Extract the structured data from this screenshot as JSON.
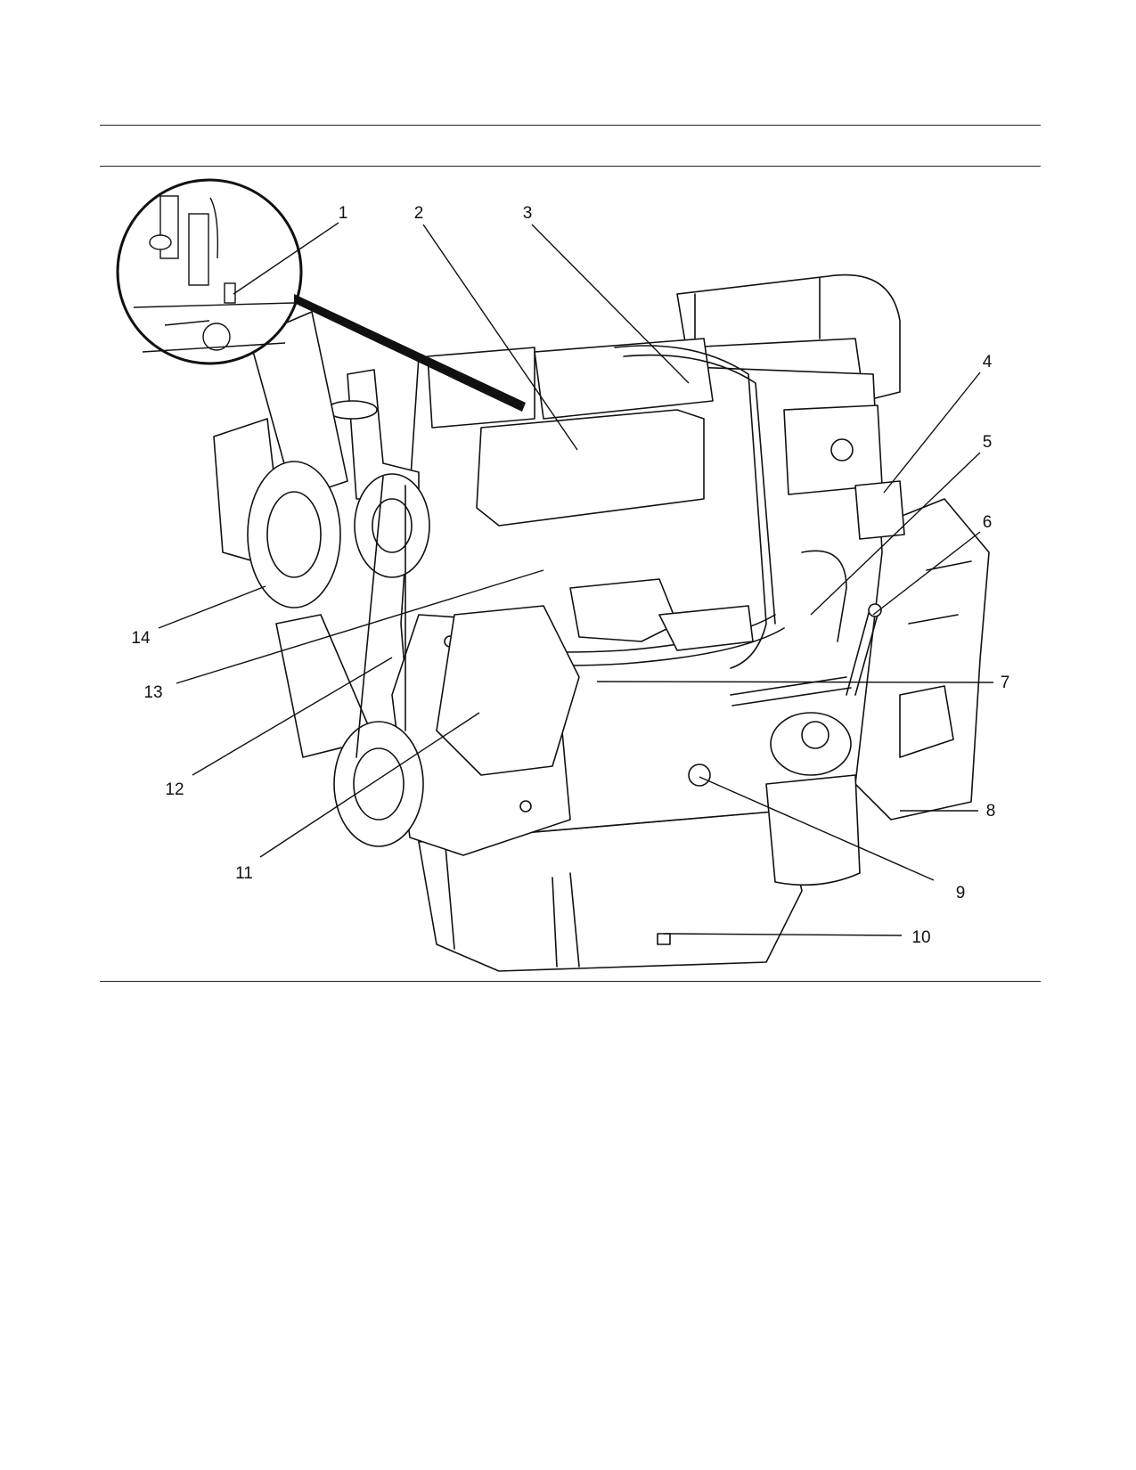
{
  "figure": {
    "callouts": [
      "1",
      "2",
      "3",
      "4",
      "5",
      "6",
      "7",
      "8",
      "9",
      "10",
      "11",
      "12",
      "13",
      "14"
    ]
  },
  "colors": {
    "ink": "#111111",
    "paper": "#ffffff"
  }
}
